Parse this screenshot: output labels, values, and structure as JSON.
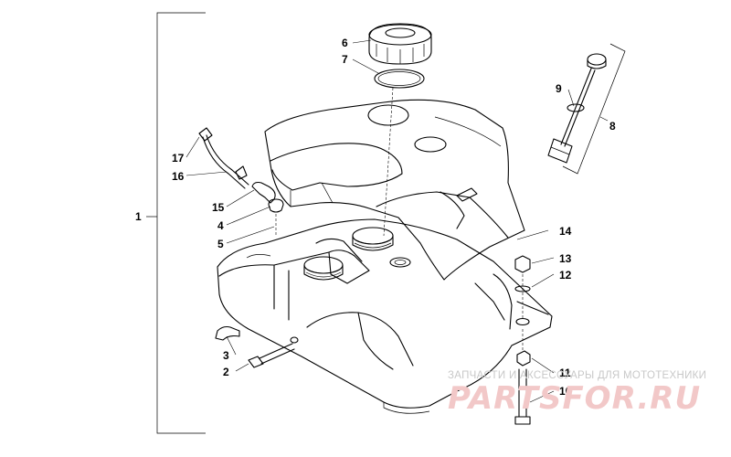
{
  "callouts": {
    "c1": "1",
    "c2": "2",
    "c3": "3",
    "c4": "4",
    "c5": "5",
    "c6": "6",
    "c7": "7",
    "c8": "8",
    "c9": "9",
    "c10": "10",
    "c11": "11",
    "c12": "12",
    "c13": "13",
    "c14": "14",
    "c15": "15",
    "c16": "16",
    "c17": "17"
  },
  "watermark": {
    "caption": "ЗАПЧАСТИ И АКСЕССУАРЫ ДЛЯ МОТОТЕХНИКИ",
    "logo": "PARTSFOR.RU"
  },
  "colors": {
    "line": "#000000",
    "background": "#ffffff",
    "watermark_text": "#c8c8c8",
    "watermark_logo": "#f2c8c8"
  }
}
